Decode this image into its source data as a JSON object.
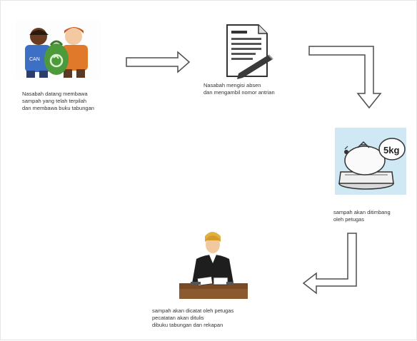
{
  "diagram": {
    "steps": [
      {
        "id": "step1",
        "icon": "customers-with-recycle-bag-icon",
        "caption": "Nasabah datang membawa\nsampah yang telah terpilah\ndan membawa buku tabungan"
      },
      {
        "id": "step2",
        "icon": "form-and-pen-icon",
        "caption": "Nasabah mengisi absen\ndan mengambil nomor antrian"
      },
      {
        "id": "step3",
        "icon": "weighing-scale-icon",
        "caption": "sampah akan ditimbang\noleh petugas",
        "scale_label": "5kg"
      },
      {
        "id": "step4",
        "icon": "officer-at-desk-icon",
        "caption": "sampah akan dicatat oleh petugas\npecatatan akan ditulis\ndibuku tabungan dan rekapan"
      }
    ],
    "colors": {
      "arrow_stroke": "#4d4d4d",
      "scale_background": "#cfe8f3",
      "bag_green": "#4c9a3a",
      "person_black": "#1e1e1e"
    }
  }
}
